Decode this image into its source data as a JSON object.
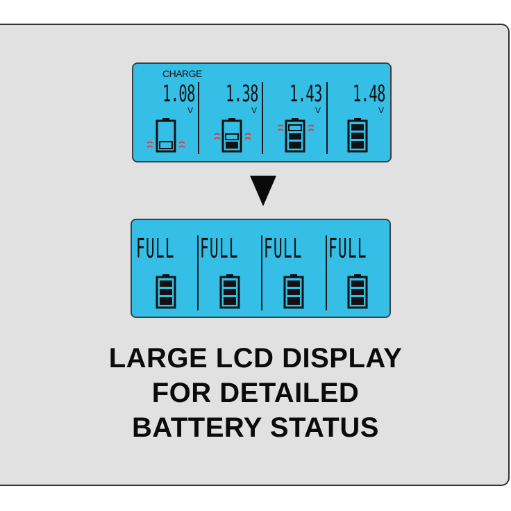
{
  "top_display": {
    "charge_label": "CHARGE",
    "unit": "V",
    "cells": [
      {
        "voltage": "1.08",
        "level": 1
      },
      {
        "voltage": "1.38",
        "level": 2
      },
      {
        "voltage": "1.43",
        "level": 3
      },
      {
        "voltage": "1.48",
        "level": 4
      }
    ],
    "charging_indicator_color": "#e23b3b"
  },
  "bottom_display": {
    "cells": [
      {
        "status": "FULL",
        "level": 4
      },
      {
        "status": "FULL",
        "level": 4
      },
      {
        "status": "FULL",
        "level": 4
      },
      {
        "status": "FULL",
        "level": 4
      }
    ]
  },
  "lcd_color": "#35bfe6",
  "caption": {
    "line1": "LARGE LCD DISPLAY",
    "line2": "FOR DETAILED",
    "line3": "BATTERY STATUS"
  }
}
